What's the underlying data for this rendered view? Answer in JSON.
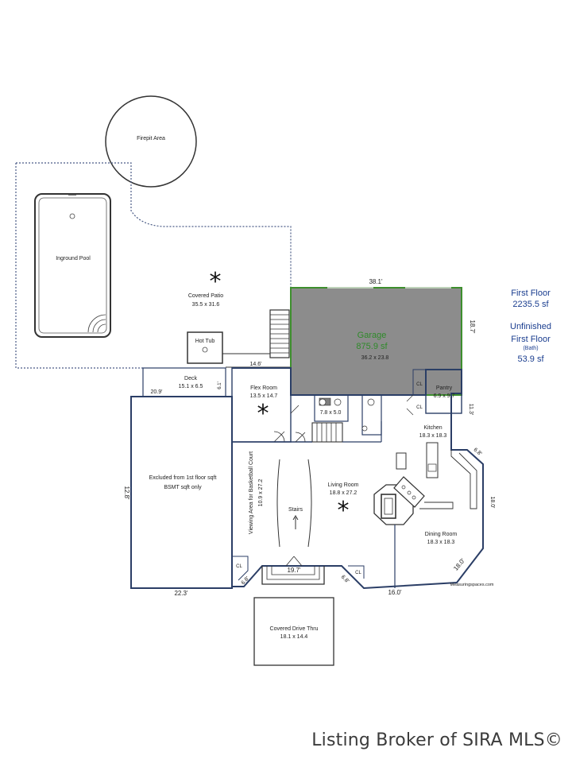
{
  "rooms": {
    "firepit": "Firepit Area",
    "pool": "Inground Pool",
    "patio": "Covered Patio",
    "patio_dim": "35.5 x 31.6",
    "hottub": "Hot Tub",
    "deck": "Deck",
    "deck_dim": "15.1 x 6.5",
    "garage": "Garage",
    "garage_sf": "875.9 sf",
    "garage_dim": "36.2 x 23.8",
    "flex": "Flex Room",
    "flex_dim": "13.5 x 14.7",
    "pantry": "Pantry",
    "pantry_dim": "6.9 x 9.7",
    "kitchen": "Kitchen",
    "kitchen_dim": "18.3 x 18.3",
    "bath_dim": "7.8 x 5.0",
    "excluded_1": "Excluded from 1st floor sqft",
    "excluded_2": "BSMT sqft only",
    "viewing_1": "Viewing Area for Basketball Court",
    "viewing_2": "10.9 x 27.2",
    "stairs": "Stairs",
    "living": "Living Room",
    "living_dim": "18.8 x 27.2",
    "dining": "Dining Room",
    "dining_dim": "18.3 x 18.3",
    "drive": "Covered Drive Thru",
    "drive_dim": "18.1 x 14.4",
    "closet": "CL"
  },
  "dimensions": {
    "d_38_1": "38.1'",
    "d_18_7": "18.7'",
    "d_14_6": "14.6'",
    "d_20_9": "20.9'",
    "d_6_1": "6.1'",
    "d_12_8": "12.8'",
    "d_22_3": "22.3'",
    "d_6_8a": "6.8'",
    "d_19_7": "19.7'",
    "d_6_8b": "6.8'",
    "d_16_0": "16.0'",
    "d_18_0a": "18.0'",
    "d_18_0b": "18.0'",
    "d_6_8c": "6.8'",
    "d_11_3": "11.3'"
  },
  "credit": "Measuringspaces.com",
  "summary": {
    "first_floor_label": "First Floor",
    "first_floor_sf": "2235.5 sf",
    "unfinished_label": "Unfinished",
    "unfinished_floor": "First Floor",
    "unfinished_note": "(Bath)",
    "unfinished_sf": "53.9 sf"
  },
  "watermark": "Listing Broker of SIRA MLS©",
  "colors": {
    "wall": "#2b3e66",
    "garage_fill": "#8c8c8c",
    "garage_outline": "#3e8f2e",
    "garage_text": "#2f8a2a",
    "dotted": "#4a5b86",
    "summary_text": "#1a3d8f"
  }
}
